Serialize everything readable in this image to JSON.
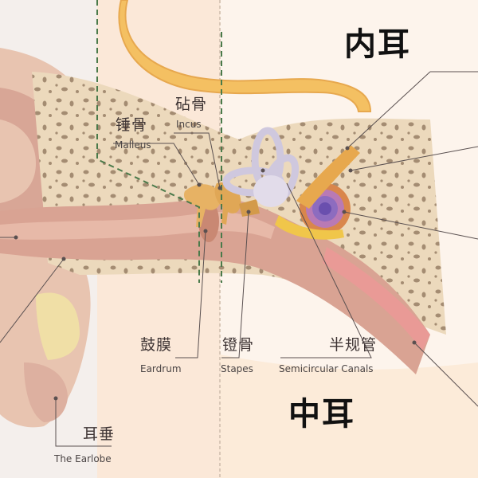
{
  "regions": {
    "inner_ear": "内耳",
    "middle_ear": "中耳"
  },
  "labels": {
    "malleus": {
      "zh": "锤骨",
      "en": "Malleus"
    },
    "incus": {
      "zh": "砧骨",
      "en": "Incus"
    },
    "eardrum": {
      "zh": "鼓膜",
      "en": "Eardrum"
    },
    "stapes": {
      "zh": "镫骨",
      "en": "Stapes"
    },
    "semicircular_canals": {
      "zh": "半规管",
      "en": "Semicircular Canals"
    },
    "earlobe": {
      "zh": "耳垂",
      "en": "The Earlobe"
    }
  },
  "colors": {
    "skin": "#e8c4b0",
    "skin_dark": "#c89484",
    "bone": "#ecd9bc",
    "bone_holes": "#a48c72",
    "middle_panel": "#fbe8d8",
    "leader": "#5a5050",
    "nerve": "#e7a84e"
  }
}
